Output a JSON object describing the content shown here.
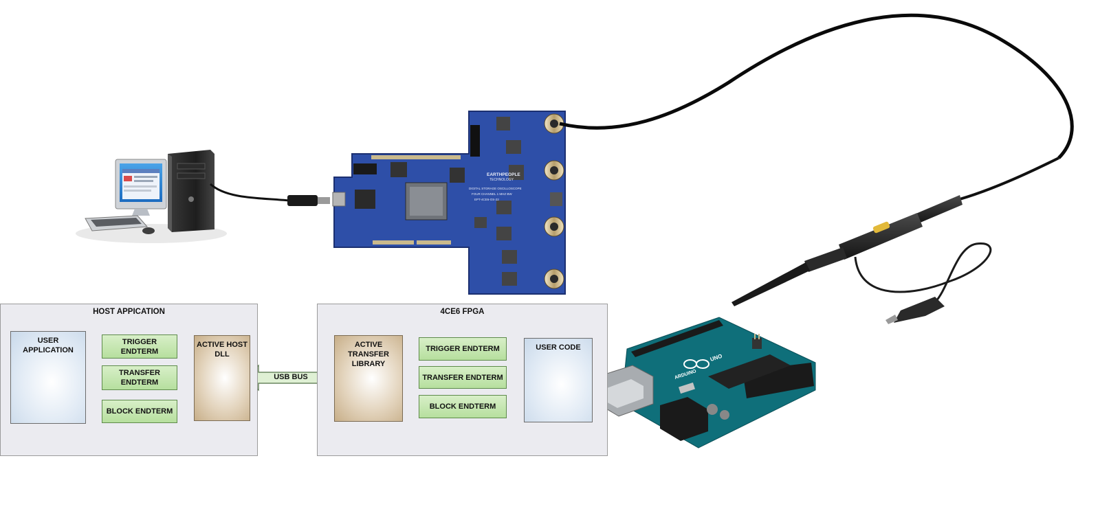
{
  "host_panel": {
    "title": "HOST APPICATION",
    "user_application": "USER\nAPPLICATION",
    "trigger": "TRIGGER\nENDTERM",
    "transfer": "TRANSFER\nENDTERM",
    "block": "BLOCK ENDTERM",
    "dll": "ACTIVE HOST\nDLL"
  },
  "bus": {
    "label": "USB BUS"
  },
  "fpga_panel": {
    "title": "4CE6 FPGA",
    "library": "ACTIVE\nTRANSFER\nLIBRARY",
    "trigger": "TRIGGER ENDTERM",
    "transfer": "TRANSFER ENDTERM",
    "block": "BLOCK ENDTERM",
    "user_code": "USER CODE"
  },
  "photos": {
    "computer": "desktop-computer-icon",
    "oscilloscope_board": "oscilloscope-board-icon",
    "probe": "oscilloscope-probe-icon",
    "arduino": "arduino-board-icon"
  },
  "board_silkscreen": {
    "brand": "EARTHPEOPLE",
    "brand2": "TECHNOLOGY",
    "product": "DIGITAL STORAGE OSCILLOSCOPE",
    "spec": "FOUR CHANNEL 1 MHZ BW",
    "part": "EPT-4CE6-OS-22"
  },
  "arduino_labels": {
    "name": "ARDUINO",
    "model": "UNO"
  },
  "colors": {
    "panel_bg": "#ebebf0",
    "green_block": "#c4e6b0",
    "tan_block": "#d9c6a6",
    "user_block": "#dfe9f4",
    "board_blue": "#2e4fa8",
    "arduino_teal": "#0f6f7a"
  }
}
